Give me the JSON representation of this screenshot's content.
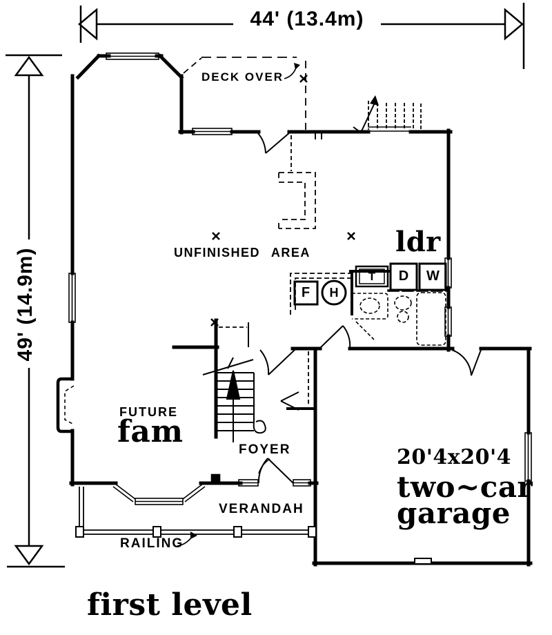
{
  "plan": {
    "title": "first level",
    "dimensions": {
      "width": "44' (13.4m)",
      "height": "49' (14.9m)"
    },
    "rooms": {
      "deck": "DECK OVER",
      "unfinished": "UNFINISHED AREA",
      "laundry": "ldr",
      "future": "FUTURE",
      "family": "fam",
      "foyer": "FOYER",
      "verandah": "VERANDAH",
      "railing": "RAILING",
      "garage_size": "20'4x20'4",
      "garage_line1": "two~car",
      "garage_line2": "garage"
    },
    "fixtures": {
      "laundry_tub": "T",
      "dryer": "D",
      "washer": "W",
      "furnace": "F",
      "water_heater": "H"
    },
    "colors": {
      "ink": "#000000",
      "paper": "#ffffff"
    }
  }
}
